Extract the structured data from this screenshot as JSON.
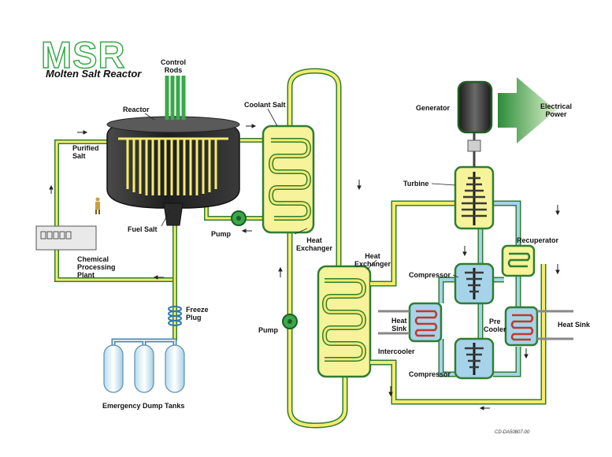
{
  "logo": {
    "acronym": "MSR",
    "title": "Molten Salt Reactor"
  },
  "labels": {
    "control_rods_1": "Control",
    "control_rods_2": "Rods",
    "reactor": "Reactor",
    "coolant_salt": "Coolant Salt",
    "purified_salt_1": "Purified",
    "purified_salt_2": "Salt",
    "fuel_salt": "Fuel Salt",
    "pump_primary": "Pump",
    "heat_exchanger_1_a": "Heat",
    "heat_exchanger_1_b": "Exchanger",
    "heat_exchanger_2_a": "Heat",
    "heat_exchanger_2_b": "Exchanger",
    "chemical_plant_1": "Chemical",
    "chemical_plant_2": "Processing",
    "chemical_plant_3": "Plant",
    "freeze_plug_1": "Freeze",
    "freeze_plug_2": "Plug",
    "pump_secondary": "Pump",
    "emergency_dump_tanks": "Emergency Dump Tanks",
    "generator": "Generator",
    "electrical_power_1": "Electrical",
    "electrical_power_2": "Power",
    "turbine": "Turbine",
    "recuperator": "Recuperator",
    "compressor_top": "Compressor",
    "compressor_bottom": "Compressor",
    "heat_sink_left_1": "Heat",
    "heat_sink_left_2": "Sink",
    "heat_sink_right": "Heat Sink",
    "pre_cooler_1": "Pre",
    "pre_cooler_2": "Cooler",
    "intercooler": "Intercooler"
  },
  "figure_code": "CD-DA50807-00",
  "colors": {
    "pipe_yellow": "#f4ec6e",
    "pipe_green": "#2f7d32",
    "vessel_dark": "#2c2c2c",
    "exchanger_fill": "#f6f39a",
    "gas_blue": "#a6d3ea",
    "accent_green": "#3aa84a"
  }
}
